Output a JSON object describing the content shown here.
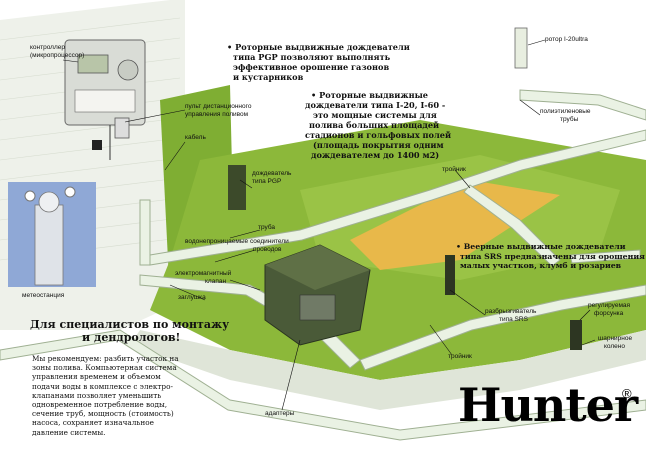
{
  "colors": {
    "grass": "#8cb83a",
    "grass_dark": "#5f8f22",
    "pipe": "#eaf2e4",
    "wall": "#eef1ea",
    "path": "#e8b84a",
    "box": "#4a5a38"
  },
  "labels": {
    "controller": [
      "контроллер",
      "(микропроцессор)"
    ],
    "remote": [
      "пульт дистанционного",
      "управления поливом"
    ],
    "cable": "кабель",
    "pgp_sprinkler": [
      "дождеватель",
      "типа PGP"
    ],
    "wire_connectors": [
      "водонепроницаемые соединители",
      "проводов"
    ],
    "valve": [
      "электромагнитный",
      "клапан"
    ],
    "plug": "заглушка",
    "adapters": "адаптеры",
    "weather_station": "метеостанция",
    "rotor_i20": "ротор I-20ultra",
    "pe_pipes": [
      "полиэтиленовые",
      "трубы"
    ],
    "tee_top": "тройник",
    "tee_bottom": "тройник",
    "srs_sprinkler": [
      "разбрызгиватель",
      "типа SRS"
    ],
    "nozzle": [
      "регулируемая",
      "форсунка"
    ],
    "swing_joint": [
      "шарнирное",
      "колено"
    ],
    "pipe_small": "труба"
  },
  "bullets": {
    "pgp": [
      "• Роторные выдвижные дождеватели",
      "типа PGP позволяют выполнять",
      "эффективное орошение газонов",
      "и кустарников"
    ],
    "i20": [
      "• Роторные выдвижные",
      "дождеватели типа I-20, I-60 -",
      "это мощные системы для",
      "полива больших площадей",
      "стадионов и гольфовых полей",
      "(площадь покрытия одним",
      "дождевателем до 1400 м2)"
    ],
    "spray": [
      "• Веерные выдвижные дождеватели",
      "типа SRS предназначены для орошения",
      "малых участков, клумб и розариев"
    ]
  },
  "heading": [
    "Для специалистов по монтажу",
    "и дендрологов!"
  ],
  "paragraph": [
    "Мы рекомендуем: разбить участок на",
    "зоны полива. Компьютерная система",
    "управления временем и объемом",
    "подачи воды в комплексе с электро-",
    "клапанами позволяет уменьшить",
    "одновременное потребление воды,",
    "сечение труб, мощность (стоимость)",
    "насоса, сохраняет изначальное",
    "давление системы."
  ],
  "brand": {
    "name": "Hunter",
    "mark": "®"
  }
}
